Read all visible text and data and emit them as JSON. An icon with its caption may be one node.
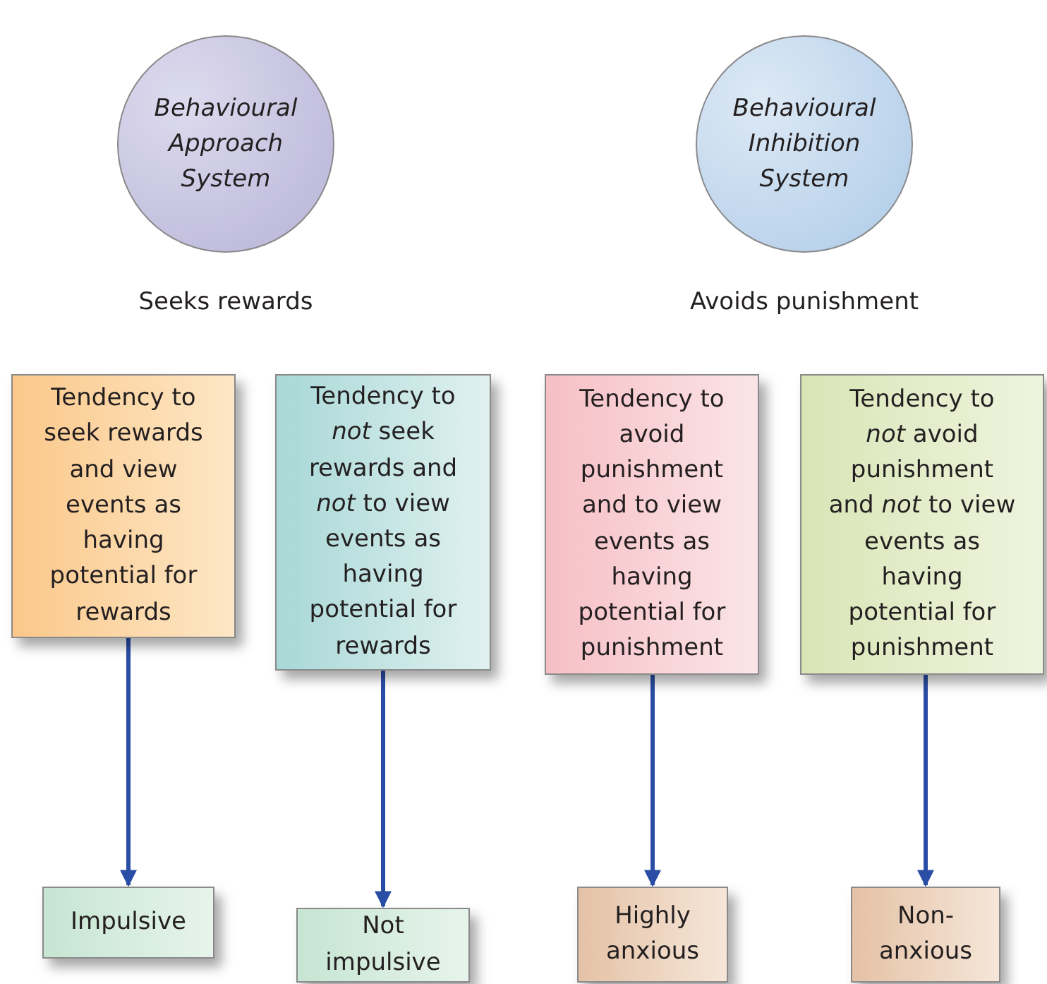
{
  "diagram": {
    "nodes": [
      {
        "text": [
          "Behavioural Approach System"
        ],
        "beside": [
          "Seeks rewards"
        ]
      },
      {
        "text": [
          "Behavioural Inhibition System"
        ],
        "beside": [
          "Avoids punishment"
        ]
      },
      {
        "text": [
          "Tendency to seek rewards and view events as having potential for rewards"
        ]
      },
      {
        "text": [
          "Tendency to *not* seek rewards and *not* to view events as having potential for rewards"
        ]
      },
      {
        "text": [
          "Tendency to avoid punishment and to view events as having potential for punishment"
        ]
      },
      {
        "text": [
          "Tendency to *not* avoid punishment and *not* to view events as having potential for punishment"
        ]
      },
      {
        "text": [
          "Impulsive"
        ]
      },
      {
        "text": [
          "Not impulsive"
        ]
      },
      {
        "text": [
          "Highly anxious"
        ]
      },
      {
        "text": [
          "Non-anxious"
        ]
      }
    ],
    "edges": [
      {
        "from": 2,
        "to": 6,
        "arrow": "to"
      },
      {
        "from": 3,
        "to": 7,
        "arrow": "to"
      },
      {
        "from": 4,
        "to": 8,
        "arrow": "to"
      },
      {
        "from": 5,
        "to": 9,
        "arrow": "to"
      }
    ]
  }
}
